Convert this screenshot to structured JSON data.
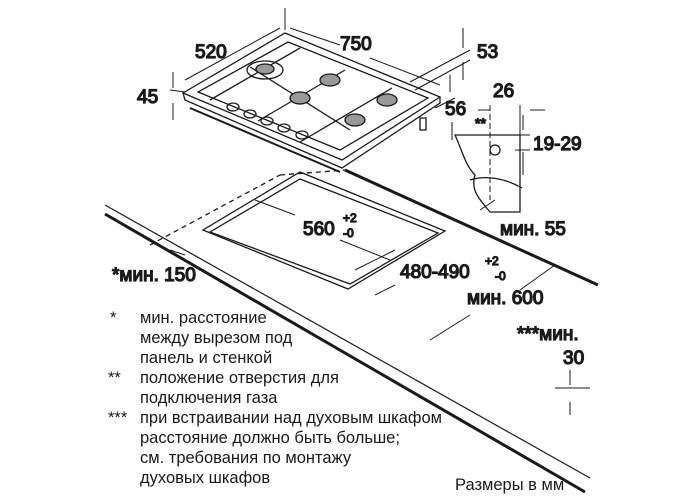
{
  "dimensions": {
    "depth": "520",
    "width": "750",
    "height_top": "53",
    "height_side": "45",
    "height_rear": "56",
    "gas_offset": "26",
    "gas_height": "19-29",
    "gas_marker": "**",
    "cutout_width": "560",
    "cutout_width_tol_plus": "+2",
    "cutout_width_tol_minus": "-0",
    "cutout_depth": "480-490",
    "cutout_depth_tol_plus": "+2",
    "cutout_depth_tol_minus": "-0",
    "min_rear": "мин. 55",
    "min_side": "*мин. 150",
    "min_counter": "мин. 600",
    "min_oven_label": "***мин.",
    "min_oven_value": "30"
  },
  "notes": [
    {
      "marker": "*",
      "lines": [
        "мин. расстояние",
        "между вырезом под",
        "панель и стенкой"
      ]
    },
    {
      "marker": "**",
      "lines": [
        "положение отверстия для",
        "подключения газа"
      ]
    },
    {
      "marker": "***",
      "lines": [
        "при встраивании над духовым шкафом",
        "расстояние должно быть больше;",
        "см. требования по монтажу",
        "духовых шкафов"
      ]
    }
  ],
  "units_note": "Размеры в мм"
}
